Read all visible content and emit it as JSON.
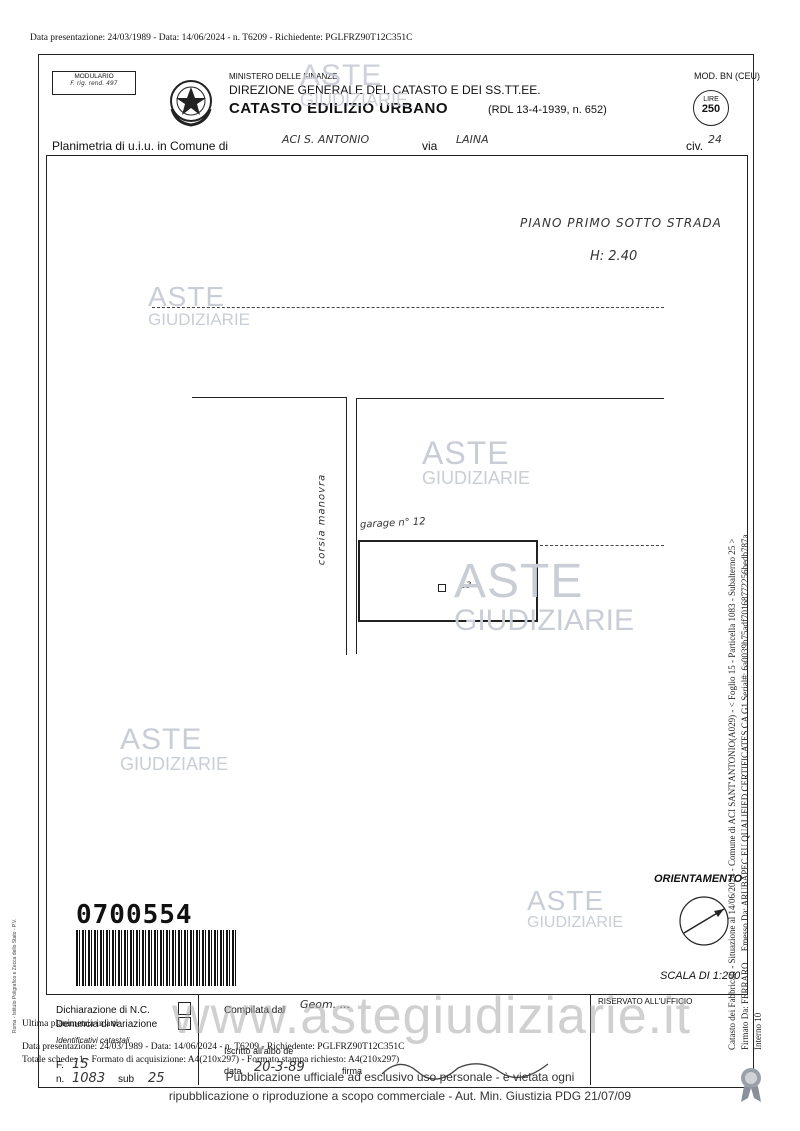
{
  "top_header": "Data presentazione: 24/03/1989 - Data: 14/06/2024 - n. T6209 - Richiedente: PGLFRZ90T12C351C",
  "form": {
    "modulario_label": "MODULARIO",
    "modulario_sub": "F. rig. rend. 497",
    "ministry": "MINISTERO DELLE FINANZE",
    "direction": "DIREZIONE GENERALE DEL CATASTO E DEI SS.TT.EE.",
    "catasto": "CATASTO EDILIZIO URBANO",
    "rdl": "(RDL 13-4-1939, n. 652)",
    "mod": "MOD. BN (CEU)",
    "lire_label": "LIRE",
    "lire_value": "250",
    "planimetria_label": "Planimetria di u.i.u. in Comune di",
    "comune_hand": "ACI S. ANTONIO",
    "via_label": "via",
    "via_hand": "LAINA",
    "civ_label": "civ.",
    "civ_hand": "24"
  },
  "drawing": {
    "floor_note": "PIANO PRIMO SOTTO STRADA",
    "height_note": "H: 2.40",
    "corsia_label": "corsia manovra",
    "garage_label": "garage n° 12",
    "unit_number": "13"
  },
  "orientation_label": "ORIENTAMENTO",
  "scale_label": "SCALA DI 1:200",
  "stamp_number": "0700554",
  "footer_form": {
    "dichiarazione": "Dichiarazione di N.C.",
    "denuncia": "Denuncia di variazione",
    "compilata": "Compilata dal",
    "compilata_hand": "Geom. ...",
    "riservato": "RISERVATO ALL'UFFICIO",
    "identificativi": "Identificativi catastali",
    "iscritto": "Iscritto all'albo de",
    "foglio_label": "F.",
    "foglio_value": "15",
    "numero_label": "n.",
    "numero_value": "1083",
    "sub_label": "sub",
    "sub_value": "25",
    "data_label": "data",
    "data_value": "20-3-89",
    "firma_label": "firma"
  },
  "overlay": {
    "ultima": "Ultima planimetria in atti",
    "line1": "Data presentazione: 24/03/1989 - Data: 14/06/2024 - n. T6209 - Richiedente: PGLFRZ90T12C351C",
    "line2": "Totale schede: 1 - Formato di acquisizione: A4(210x297) - Formato stampa richiesto: A4(210x297)"
  },
  "watermark": {
    "aste": "ASTE",
    "giudiziarie": "GIUDIZIARIE",
    "site": "www.astegiudiziarie.it",
    "notice1": "Pubblicazione ufficiale ad esclusivo uso personale - è vietata ogni",
    "notice2": "ripubblicazione o riproduzione a scopo commerciale - Aut. Min. Giustizia PDG 21/07/09"
  },
  "side_text": {
    "line1": "Catasto dei Fabbricati - Situazione al 14/06/2024 - Comune di ACI SANT'ANTONIO(A029) - < Foglio 15 - Particella 1083 - Subalterno 25 >",
    "line2": "Firmato Da: FERRARO ... Emesso Da: ARUBAPEC EU QUALIFIED CERTIFICATES CA G1 Serial#: 6a0039b75adf70168772256bedb787a",
    "line3": "Interno 10"
  },
  "left_vertical": "Roma - Istituto Poligrafico e Zecca dello Stato - P.V."
}
